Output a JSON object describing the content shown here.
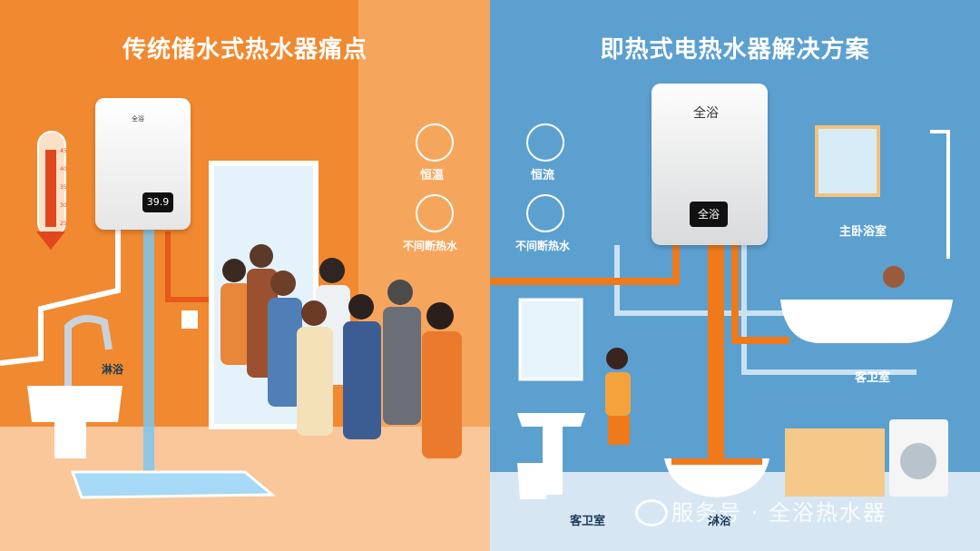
{
  "left": {
    "title": "传统储水式热水器痛点",
    "brand": "全浴",
    "display": "39.9",
    "labels": {
      "constant_temp": "恒温",
      "continuous_hot": "不间断热水",
      "shower": "淋浴"
    },
    "thermometer_ticks": [
      "45",
      "40",
      "35",
      "30",
      "25"
    ]
  },
  "right": {
    "title": "即热式电热水器解决方案",
    "brand": "全浴",
    "display": "全浴",
    "labels": {
      "constant_flow": "恒流",
      "continuous_hot": "不间断热水",
      "master_bath": "主卧浴室",
      "guest_bath_mid": "客卫室",
      "guest_bath_bottom": "客卫室",
      "shower": "淋浴"
    }
  },
  "watermark": "服务号 · 全浴热水器",
  "colors": {
    "left_bg": "#f0892f",
    "right_bg": "#5ca0d0",
    "pipe": "#f07a1a",
    "water": "#7cc6ef"
  }
}
